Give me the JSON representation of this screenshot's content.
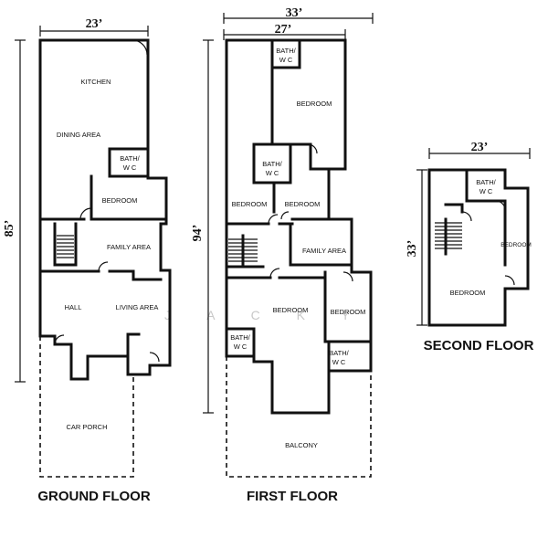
{
  "watermark": "J A C K Y",
  "floors": {
    "ground": {
      "title": "GROUND FLOOR",
      "width_dim": "23’",
      "length_dim": "85’",
      "rooms": {
        "kitchen": "KITCHEN",
        "dining": "DINING AREA",
        "bath_line1": "BATH/",
        "bath_line2": "W C",
        "bedroom": "BEDROOM",
        "family": "FAMILY AREA",
        "hall": "HALL",
        "living": "LIVING AREA",
        "car_porch": "CAR PORCH"
      }
    },
    "first": {
      "title": "FIRST FLOOR",
      "outer_width_dim": "33’",
      "inner_width_dim": "27’",
      "length_dim": "94’",
      "rooms": {
        "bath_top_l1": "BATH/",
        "bath_top_l2": "W C",
        "bedroom_main": "BEDROOM",
        "bath_mid_l1": "BATH/",
        "bath_mid_l2": "W C",
        "bedroom_left": "BEDROOM",
        "bedroom_mid": "BEDROOM",
        "family": "FAMILY AREA",
        "bedroom_front": "BEDROOM",
        "bedroom_right": "BEDROOM",
        "bath_lower_l1": "BATH/",
        "bath_lower_l2": "W C",
        "bath_right_l1": "BATH/",
        "bath_right_l2": "W C",
        "balcony": "BALCONY"
      }
    },
    "second": {
      "title": "SECOND FLOOR",
      "width_dim": "23’",
      "length_dim": "33’",
      "rooms": {
        "bath_l1": "BATH/",
        "bath_l2": "W C",
        "bedroom_side": "BEDROOM",
        "bedroom_main": "BEDROOM"
      }
    }
  }
}
